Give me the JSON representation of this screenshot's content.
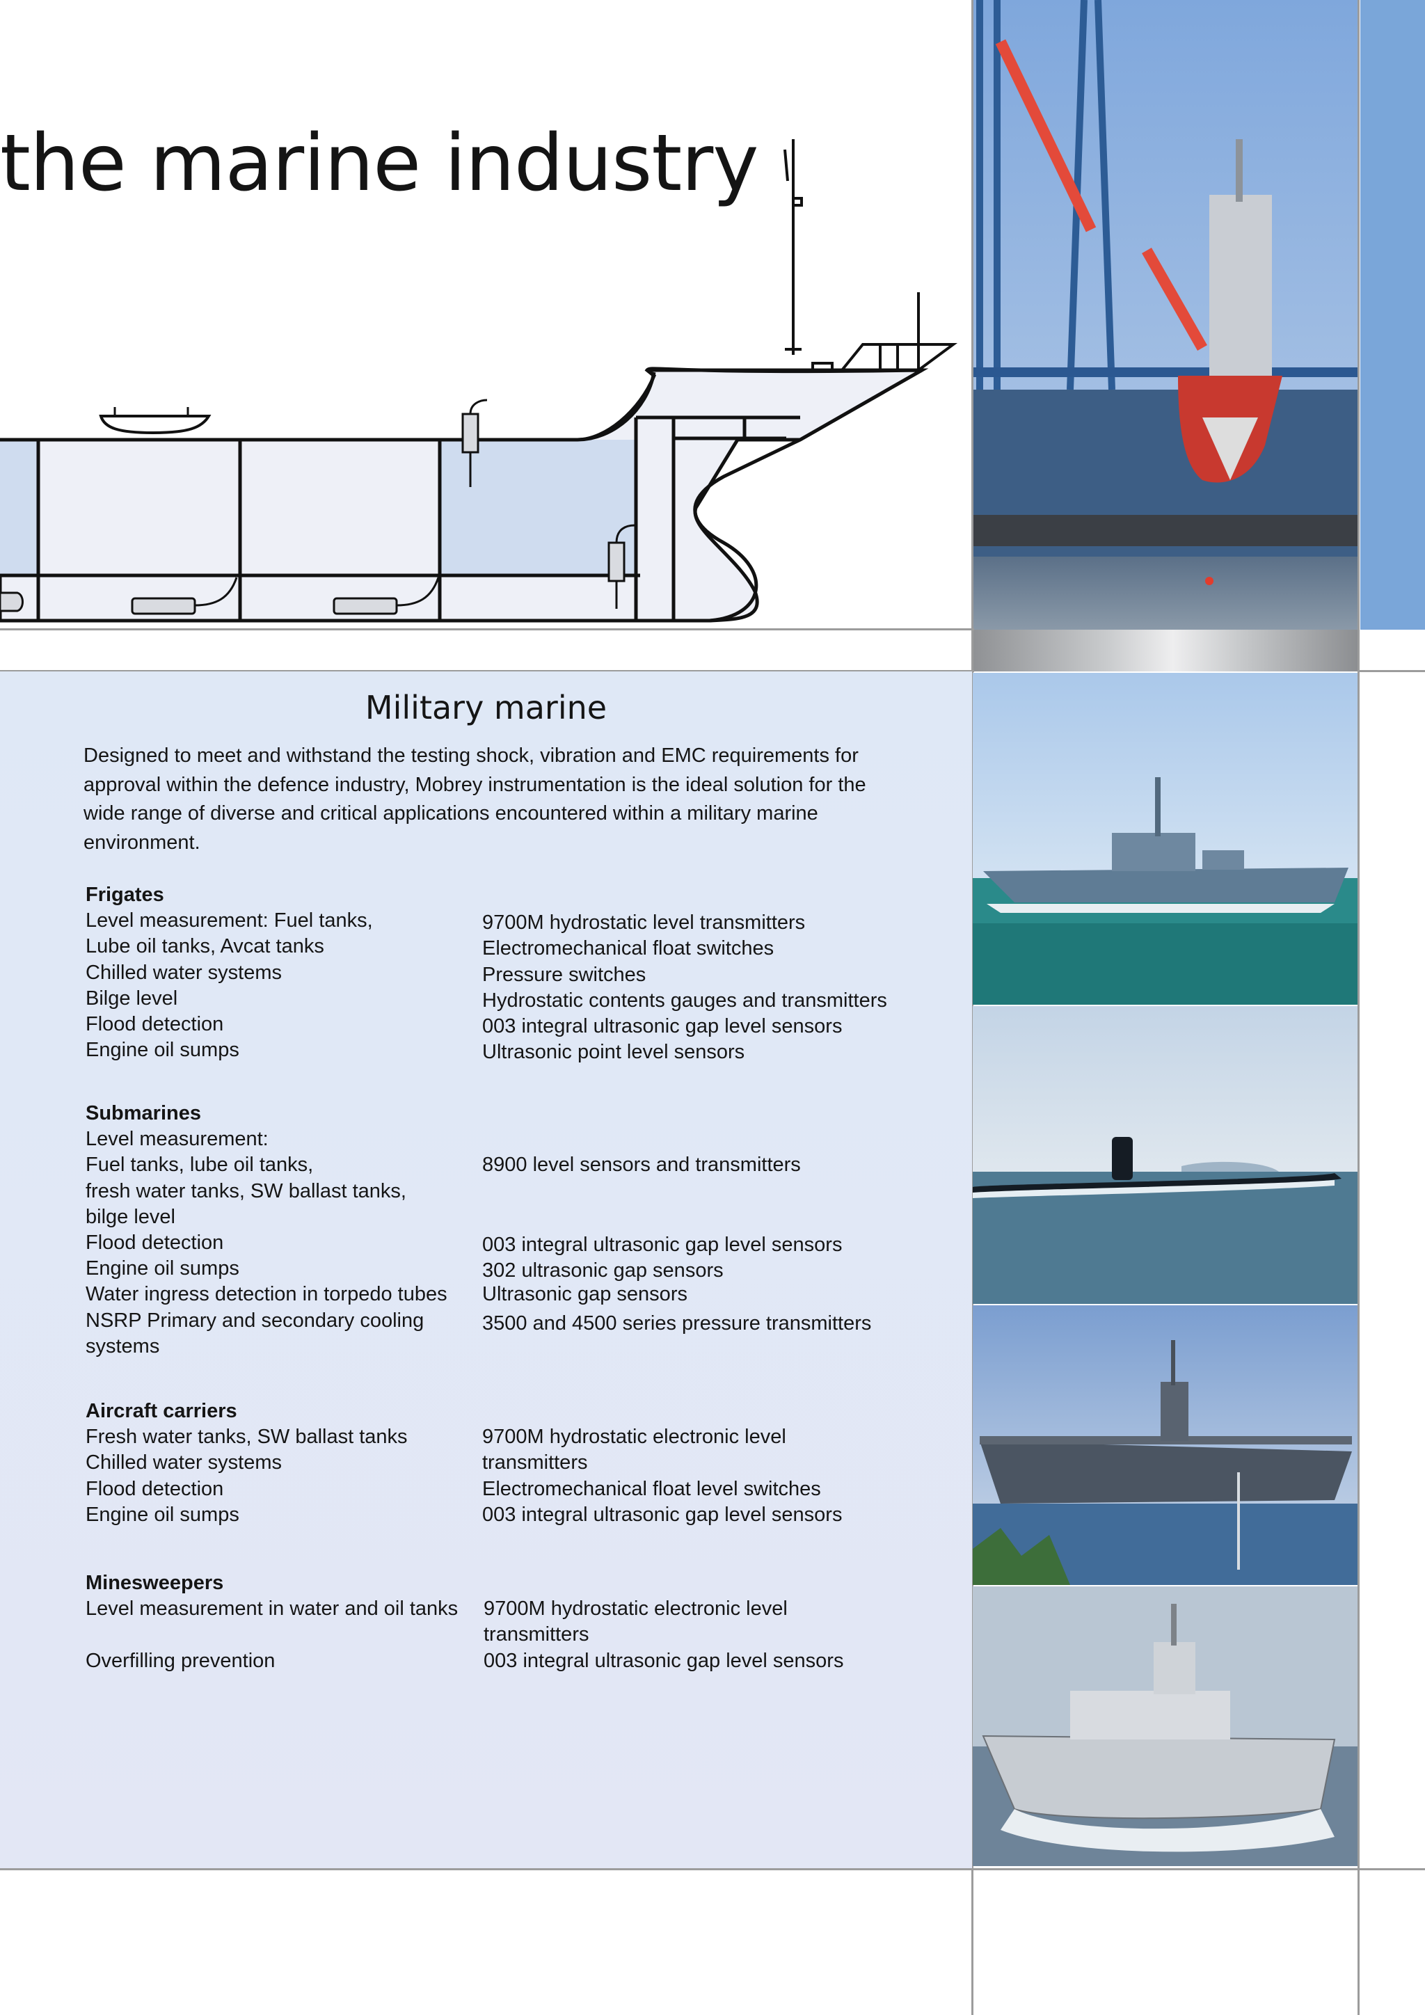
{
  "header": {
    "title": "the marine industry"
  },
  "section": {
    "title": "Military marine",
    "intro": "Designed to meet and withstand the testing shock, vibration and EMC requirements for approval within the defence industry, Mobrey instrumentation is the ideal solution for the wide range of diverse and critical applications encountered within a military marine environment."
  },
  "groups": [
    {
      "heading": "Frigates",
      "rows": [
        {
          "left": "Level measurement: Fuel tanks,",
          "right": "9700M hydrostatic level transmitters"
        },
        {
          "left": "Lube oil tanks, Avcat tanks",
          "right": "Electromechanical float switches"
        },
        {
          "left": "Chilled water systems",
          "right": "Pressure switches"
        },
        {
          "left": "Bilge level",
          "right": "Hydrostatic contents gauges and transmitters"
        },
        {
          "left": "Flood detection",
          "right": "003 integral ultrasonic gap level sensors"
        },
        {
          "left": "Engine oil sumps",
          "right": "Ultrasonic point level sensors"
        }
      ]
    },
    {
      "heading": "Submarines",
      "rows": [
        {
          "left": "Level measurement:",
          "right": ""
        },
        {
          "left": "Fuel tanks, lube oil tanks,",
          "right": "8900 level sensors and transmitters"
        },
        {
          "left": "fresh water tanks, SW ballast tanks,",
          "right": ""
        },
        {
          "left": "bilge level",
          "right": ""
        },
        {
          "left": "Flood detection",
          "right": "003 integral ultrasonic gap level sensors"
        },
        {
          "left": "Engine oil sumps",
          "right": "302 ultrasonic gap sensors"
        },
        {
          "left": "Water ingress detection in torpedo tubes",
          "right": "Ultrasonic gap sensors"
        },
        {
          "left": "NSRP Primary and secondary cooling",
          "right": "3500 and 4500 series pressure transmitters"
        },
        {
          "left": "systems",
          "right": ""
        }
      ]
    },
    {
      "heading": "Aircraft carriers",
      "rows": [
        {
          "left": "Fresh water tanks, SW ballast tanks",
          "right": "9700M hydrostatic electronic level"
        },
        {
          "left": "Chilled water systems",
          "right": "transmitters"
        },
        {
          "left": "Flood detection",
          "right": "Electromechanical float level switches"
        },
        {
          "left": "Engine oil sumps",
          "right": "003 integral ultrasonic gap level sensors"
        }
      ]
    },
    {
      "heading": "Minesweepers",
      "rows": [
        {
          "left": "Level measurement in water and oil tanks",
          "right": "9700M hydrostatic electronic level"
        },
        {
          "left": "",
          "right": "transmitters"
        },
        {
          "left": "Overfilling prevention",
          "right": "003 integral ultrasonic gap level sensors"
        }
      ]
    }
  ],
  "colors": {
    "panel_background": "#e0e8f6",
    "sidebar_accent": "#7aa6d9",
    "rule": "#9c9c9c",
    "tank_fill": "#cfdcef"
  }
}
